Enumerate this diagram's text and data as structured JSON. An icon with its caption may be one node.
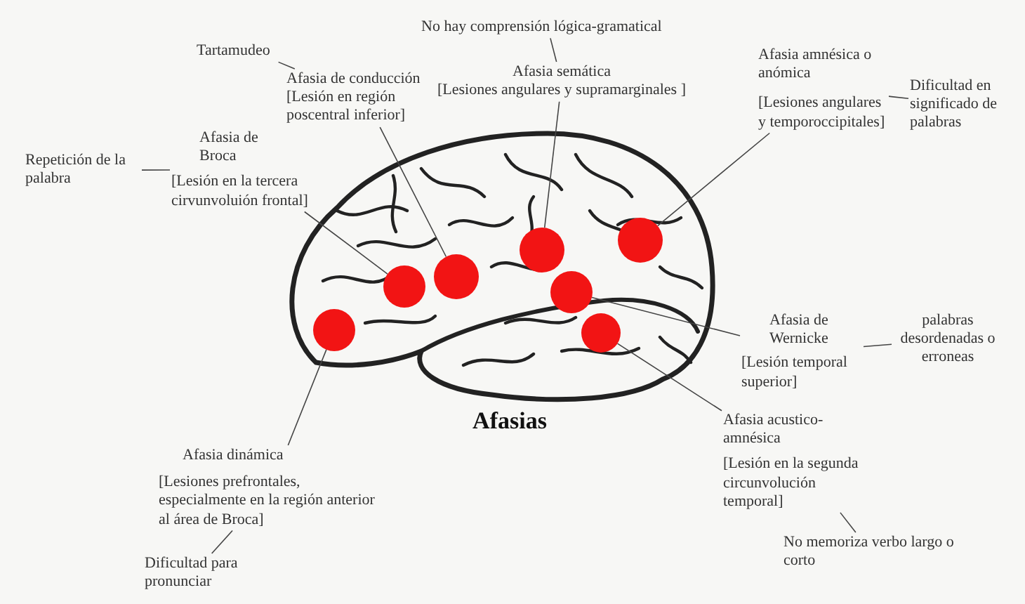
{
  "diagram": {
    "title": "Afasias",
    "nodes": [
      {
        "text": [
          "No hay comprensión lógica-gramatical"
        ]
      },
      {
        "text": [
          "Tartamudeo"
        ]
      },
      {
        "text": [
          "Afasia de conducción",
          "[Lesión en región poscentral inferior]"
        ]
      },
      {
        "text": [
          "Afasia semática",
          "[Lesiones angulares y supramarginales ]"
        ]
      },
      {
        "text": [
          "Afasia amnésica o anómica",
          "[Lesiones angulares y temporoccipitales]"
        ]
      },
      {
        "text": [
          "Dificultad en significado de palabras"
        ]
      },
      {
        "text": [
          "Repetición de la palabra"
        ]
      },
      {
        "text": [
          "Afasia de Broca",
          "[Lesión en la tercera cirvunvoluión frontal]"
        ]
      },
      {
        "text": [
          "Afasia de Wernicke",
          "[Lesión temporal superior]"
        ]
      },
      {
        "text": [
          "palabras desordenadas o erroneas"
        ]
      },
      {
        "text": [
          "Afasia acustico-amnésica",
          "[Lesión en la segunda circunvolución temporal]"
        ]
      },
      {
        "text": [
          "No memoriza verbo largo o corto"
        ]
      },
      {
        "text": [
          "Afasia dinámica",
          "[Lesiones prefrontales, especialmente en la región anterior al área de Broca]"
        ]
      },
      {
        "text": [
          "Dificultad para pronunciar"
        ]
      },
      {
        "text": [],
        "shape": "circle"
      },
      {
        "text": [],
        "shape": "circle"
      },
      {
        "text": [],
        "shape": "circle"
      },
      {
        "text": [],
        "shape": "circle"
      },
      {
        "text": [],
        "shape": "circle"
      },
      {
        "text": [],
        "shape": "circle"
      },
      {
        "text": [],
        "shape": "circle"
      }
    ],
    "edges": [
      {
        "from": 0,
        "to": 3,
        "arrow": "none"
      },
      {
        "from": 1,
        "to": 2,
        "arrow": "none"
      },
      {
        "from": 2,
        "to": 16,
        "arrow": "none"
      },
      {
        "from": 3,
        "to": 17,
        "arrow": "none"
      },
      {
        "from": 4,
        "to": 20,
        "arrow": "none"
      },
      {
        "from": 5,
        "to": 4,
        "arrow": "none"
      },
      {
        "from": 6,
        "to": 7,
        "arrow": "none"
      },
      {
        "from": 7,
        "to": 15,
        "arrow": "none"
      },
      {
        "from": 8,
        "to": 18,
        "arrow": "none"
      },
      {
        "from": 9,
        "to": 8,
        "arrow": "none"
      },
      {
        "from": 10,
        "to": 19,
        "arrow": "none"
      },
      {
        "from": 11,
        "to": 10,
        "arrow": "none"
      },
      {
        "from": 12,
        "to": 14,
        "arrow": "none"
      },
      {
        "from": 13,
        "to": 12,
        "arrow": "none"
      }
    ]
  }
}
